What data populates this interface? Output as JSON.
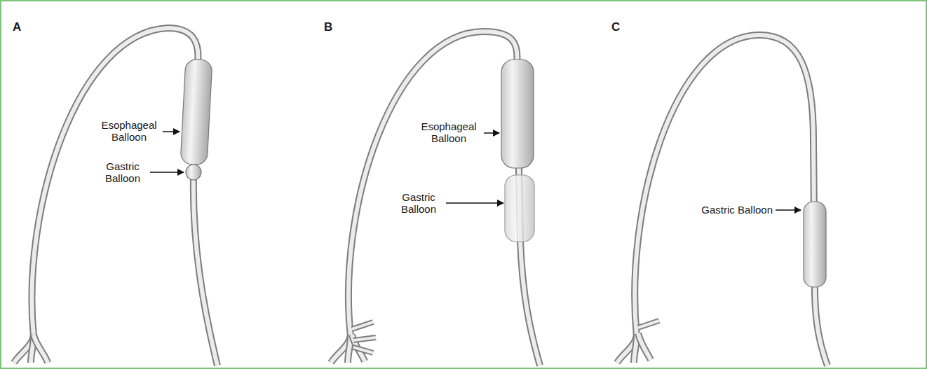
{
  "diagram": {
    "labels": [
      "A",
      "Esophageal Balloon",
      "Gastric Balloon",
      "B",
      "Esophageal Balloon",
      "Gastric Balloon",
      "C",
      "Gastric Balloon"
    ]
  }
}
